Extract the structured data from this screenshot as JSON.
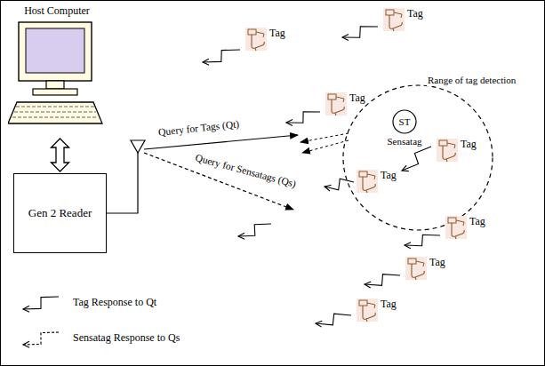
{
  "diagram": {
    "nodes": [
      {
        "text": [
          "Host Computer"
        ]
      },
      {
        "text": [
          "Gen 2 Reader"
        ]
      },
      {
        "text": [
          "Tag"
        ]
      },
      {
        "text": [
          "Tag"
        ]
      },
      {
        "text": [
          "Tag"
        ]
      },
      {
        "text": [
          "Range of tag detection"
        ]
      },
      {
        "text": [
          "ST",
          "Sensatag"
        ],
        "in": 5
      },
      {
        "text": [
          "Tag"
        ],
        "in": 5
      },
      {
        "text": [
          "Tag"
        ],
        "in": 5
      },
      {
        "text": [
          "Tag"
        ]
      },
      {
        "text": [
          "Tag"
        ]
      },
      {
        "text": [
          "Tag"
        ]
      }
    ],
    "edges": [
      {
        "from": 0,
        "to": 1,
        "arrow": "both"
      }
    ],
    "labels": [
      "Query for Tags (Qt)",
      "Query for Sensatags (Qs)"
    ],
    "legend": [
      {
        "text": "Tag Response to Qt"
      },
      {
        "text": "Sensatag Response to Qs"
      }
    ]
  }
}
